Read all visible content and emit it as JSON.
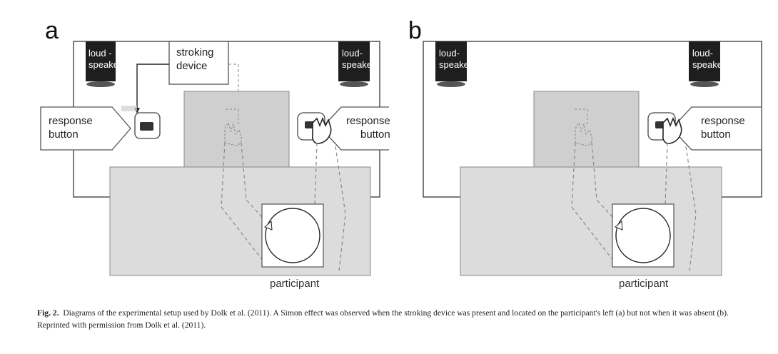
{
  "panels": [
    {
      "letter": "a",
      "left_speaker": "loud -\nspeaker",
      "right_speaker": "loud-\nspeaker",
      "stroking_device": "stroking\ndevice",
      "left_response": "response\nbutton",
      "right_response": "response\nbutton",
      "participant": "participant"
    },
    {
      "letter": "b",
      "left_speaker": "loud-\nspeaker",
      "right_speaker": "loud-\nspeaker",
      "right_response": "response\nbutton",
      "participant": "participant"
    }
  ],
  "caption": {
    "fig_label": "Fig. 2.",
    "text": "Diagrams of the experimental setup used by Dolk et al. (2011). A Simon effect was observed when the stroking device was present and located on the participant's left (a) but not when it was absent (b). Reprinted with permission from Dolk et al. (2011)."
  },
  "colors": {
    "speaker": "#1e1e1e",
    "table": "#dcdcdc",
    "screen": "#cfcfcf",
    "outline": "#444444"
  }
}
